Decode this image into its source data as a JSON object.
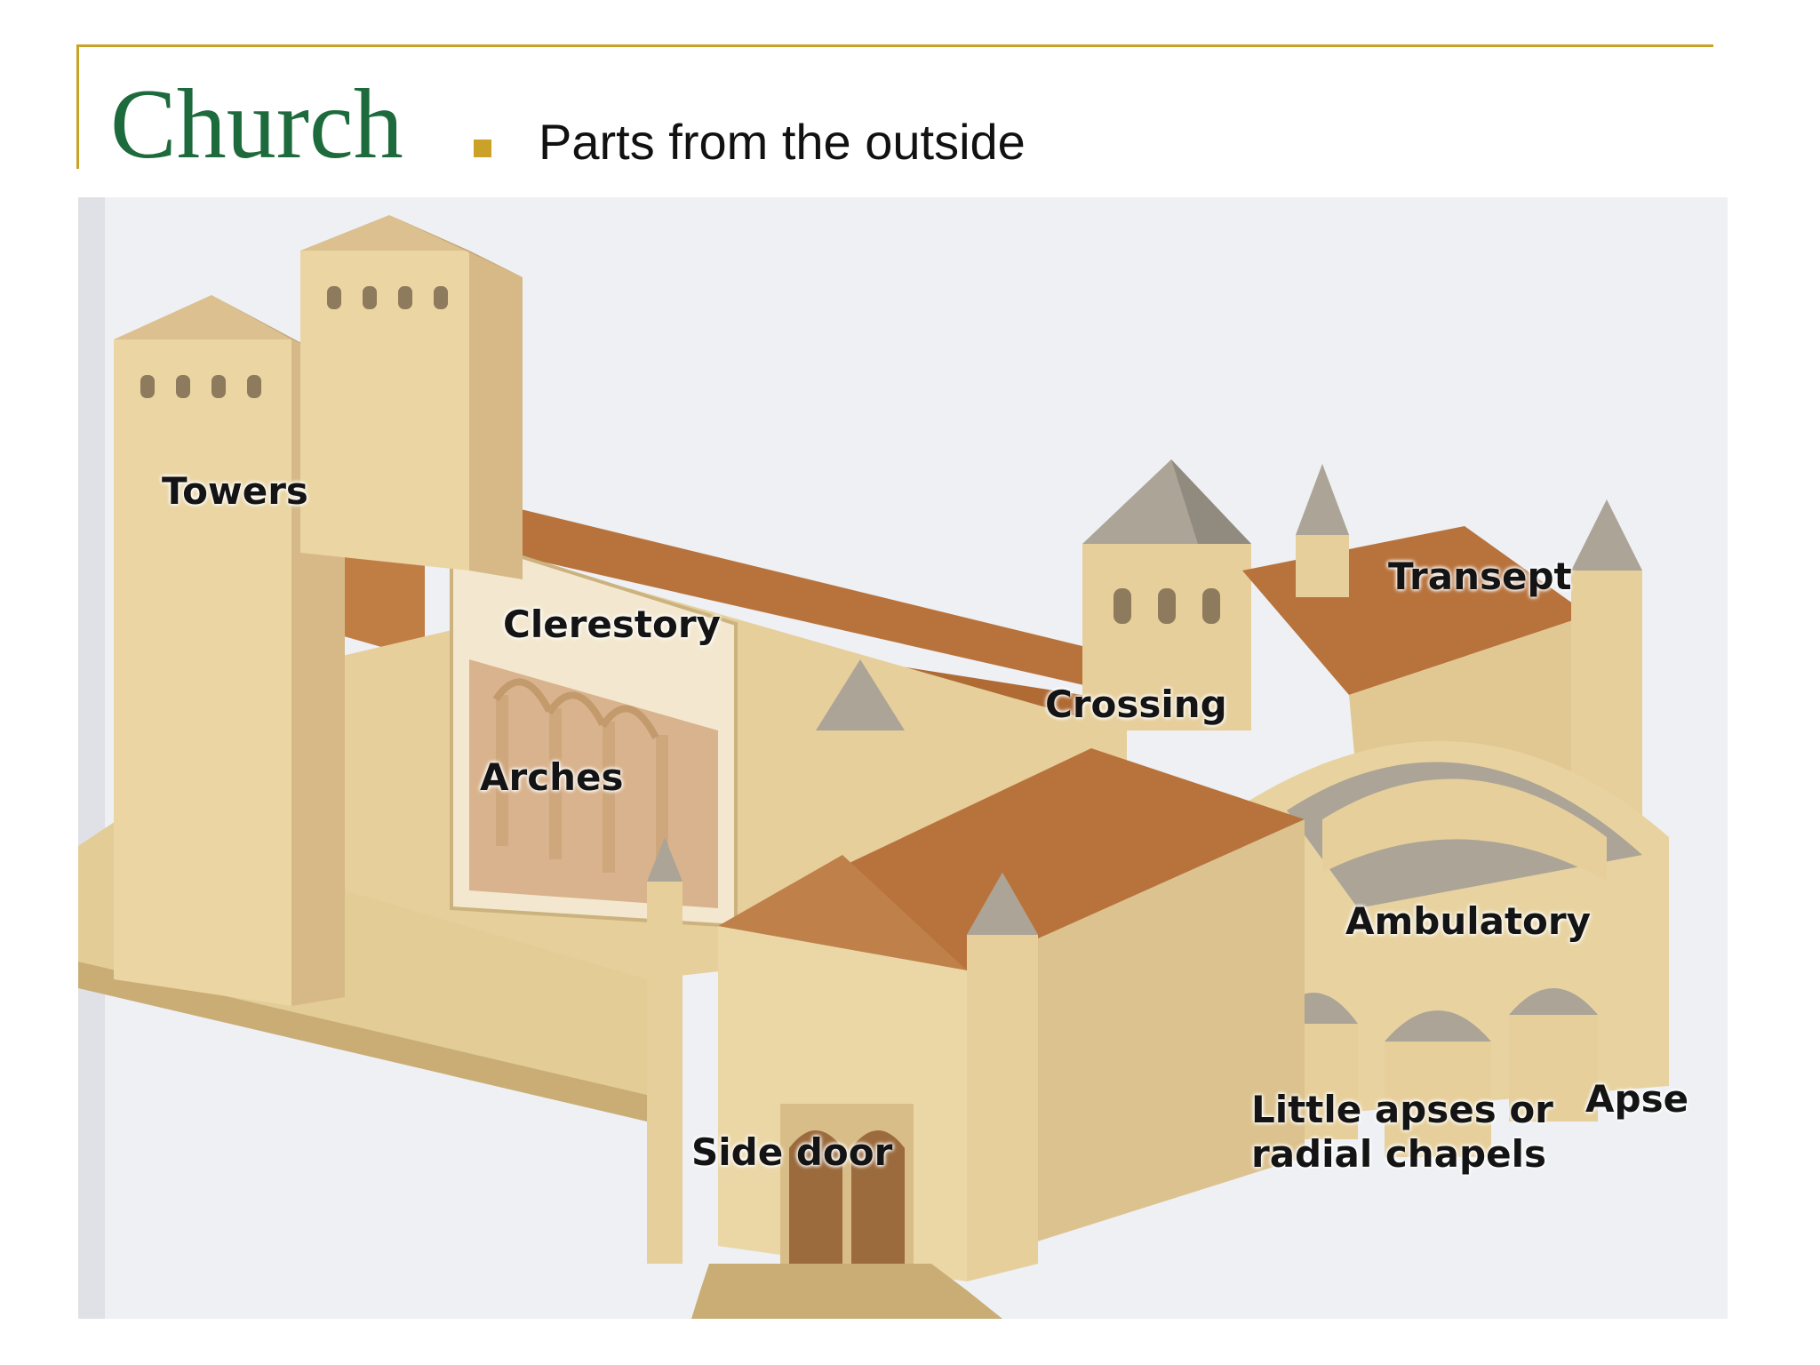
{
  "slide": {
    "title": "Church",
    "bullet": "Parts from the outside",
    "accent_color": "#c9a227",
    "title_color": "#1d6b3c"
  },
  "diagram": {
    "labels": {
      "towers": "Towers",
      "clerestory": "Clerestory",
      "arches": "Arches",
      "crossing": "Crossing",
      "transept": "Transept",
      "ambulatory": "Ambulatory",
      "apse": "Apse",
      "radial_chapels": "Little apses or\nradial chapels",
      "side_door": "Side door"
    },
    "colors": {
      "stone": "#e8d3a0",
      "stone_shadow": "#cfb37d",
      "roof": "#b8733d",
      "roof_shadow": "#9a5b2c",
      "cone_roof": "#a9a297",
      "background": "#eef0f4"
    }
  }
}
